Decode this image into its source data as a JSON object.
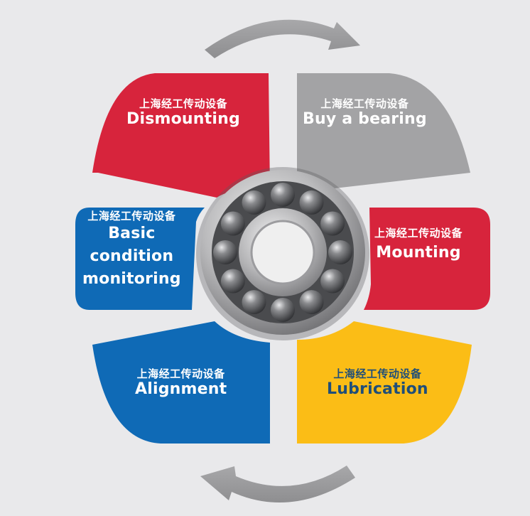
{
  "colors": {
    "red": "#d7243c",
    "gray": "#a3a3a5",
    "blue": "#0f6ab6",
    "yellow": "#fbbd16",
    "arrow": "#9a9a9c",
    "background": "#e9e9eb"
  },
  "segments": {
    "dismounting": {
      "company": "上海经工传动设备",
      "label": "Dismounting"
    },
    "buy": {
      "company": "上海经工传动设备",
      "label": "Buy a bearing"
    },
    "basic": {
      "company": "上海经工传动设备",
      "lines": [
        "Basic",
        "condition",
        "monitoring"
      ]
    },
    "mounting": {
      "company": "上海经工传动设备",
      "label": "Mounting"
    },
    "alignment": {
      "company": "上海经工传动设备",
      "label": "Alignment"
    },
    "lubrication": {
      "company": "上海经工传动设备",
      "label": "Lubrication"
    }
  },
  "cycle_arrows": [
    "arrow-right-icon",
    "arrow-left-icon"
  ],
  "center_image": "ball-bearing-icon"
}
